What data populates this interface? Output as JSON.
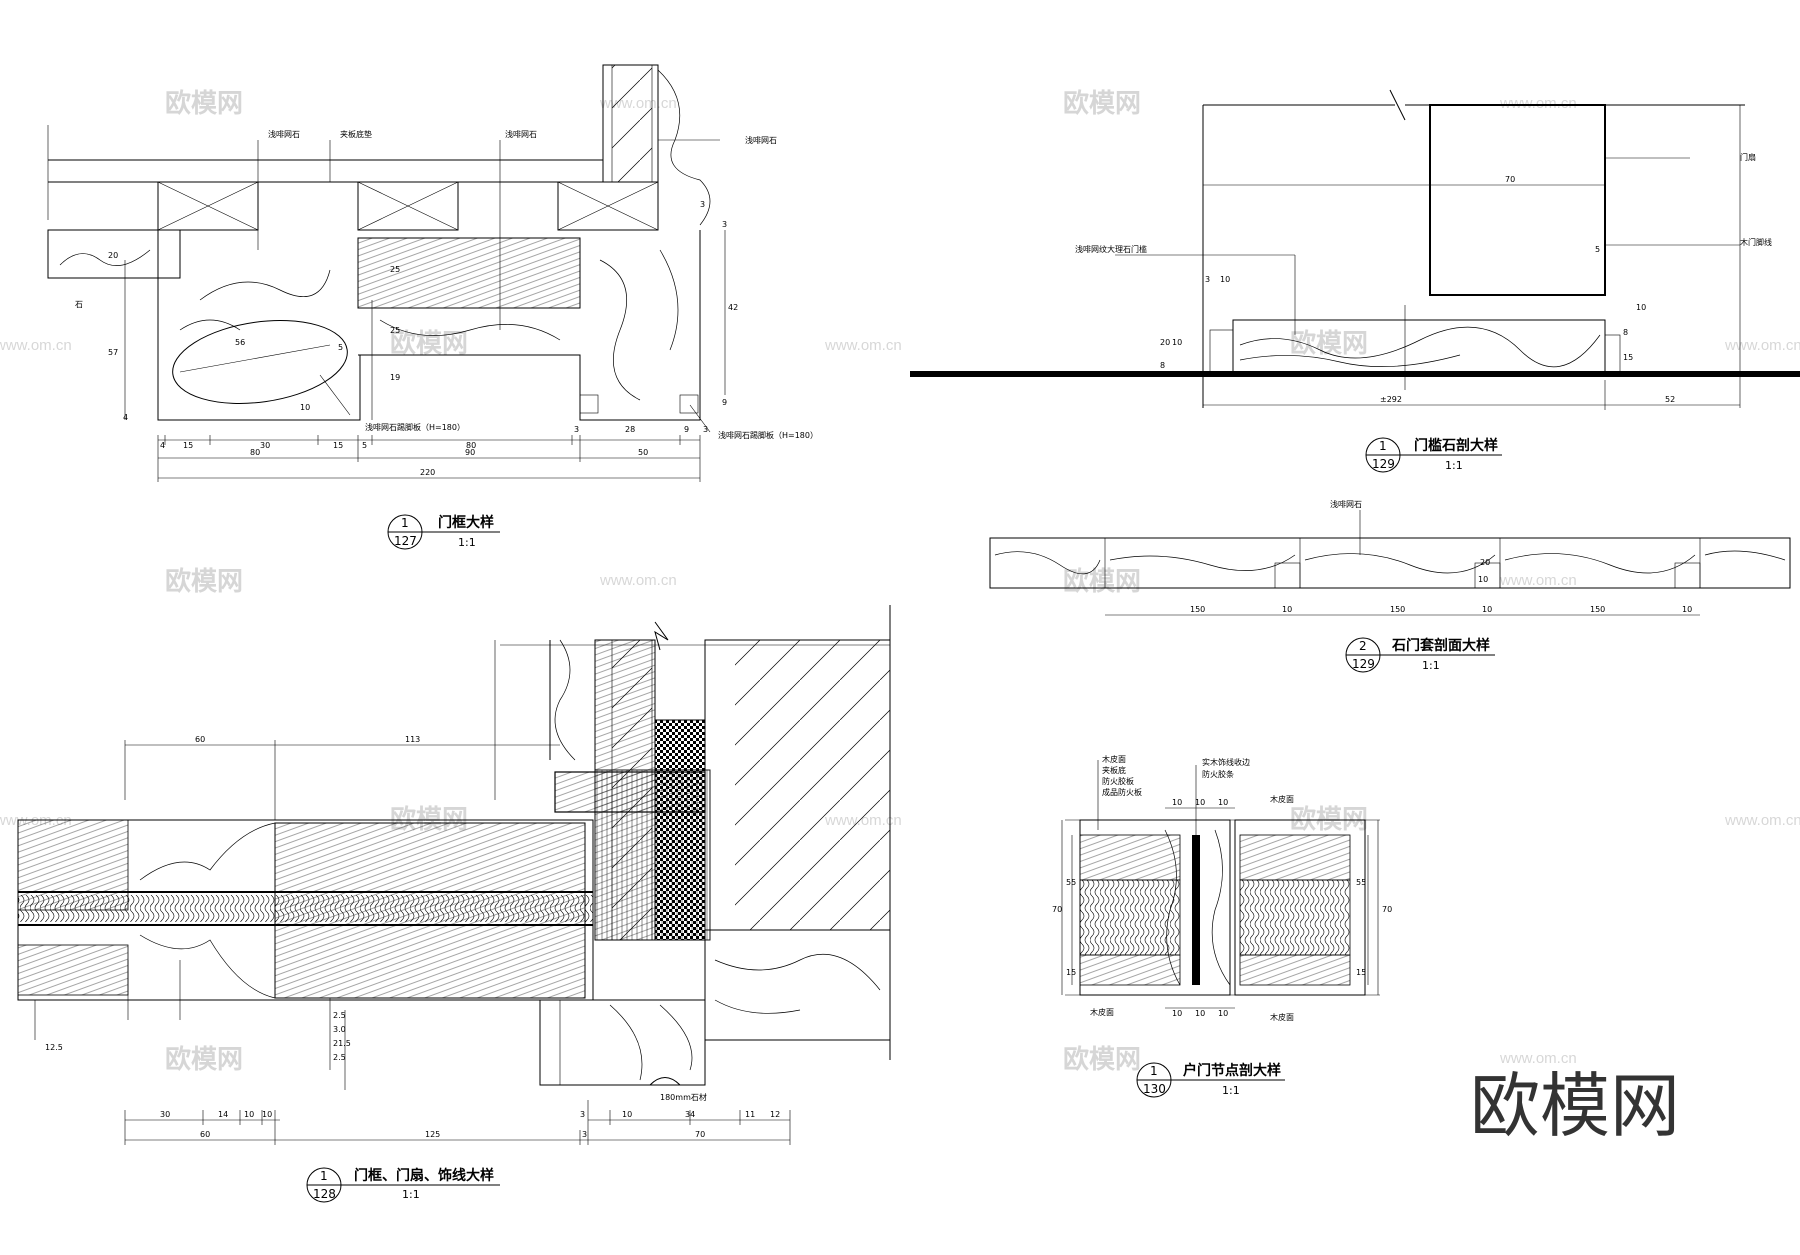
{
  "brand": {
    "watermark_text": "欧模网",
    "watermark_url": "www.om.cn"
  },
  "details": {
    "d127": {
      "number": "1",
      "sheet": "127",
      "title": "门框大样",
      "scale": "1:1",
      "labels": [
        "浅啡网石",
        "夹板底垫",
        "浅啡网石",
        "浅啡网石",
        "浅啡网石踢脚板（H=180）",
        "浅啡网石踢脚板（H=180）",
        "石"
      ],
      "dims_h1": [
        "4",
        "15",
        "30",
        "15",
        "5",
        "80",
        "3",
        "28",
        "9",
        "3"
      ],
      "dims_h2": [
        "80",
        "90",
        "50"
      ],
      "dims_h3": [
        "220"
      ],
      "dims_v": [
        "57",
        "20",
        "42",
        "3",
        "3",
        "25",
        "19",
        "25",
        "10",
        "9",
        "4",
        "56",
        "5"
      ]
    },
    "d128": {
      "number": "1",
      "sheet": "128",
      "title": "门框、门扇、饰线大样",
      "scale": "1:1",
      "dims_top": [
        "60",
        "113"
      ],
      "dims_bottom1": [
        "30",
        "14",
        "10",
        "10",
        "3",
        "10",
        "34",
        "11",
        "12"
      ],
      "dims_bottom2": [
        "60",
        "125",
        "3",
        "70"
      ],
      "notes": [
        "2.5",
        "3.0",
        "21.5",
        "2.5",
        "12.5",
        "180mm石材"
      ]
    },
    "d129a": {
      "number": "1",
      "sheet": "129",
      "title": "门槛石剖大样",
      "scale": "1:1",
      "labels": [
        "门扇",
        "木门脚线",
        "浅啡网纹大理石门槛"
      ],
      "dims": [
        "70",
        "5",
        "3",
        "10",
        "10",
        "20",
        "8",
        "10",
        "8",
        "15",
        "±292",
        "52"
      ]
    },
    "d129b": {
      "number": "2",
      "sheet": "129",
      "title": "石门套剖面大样",
      "scale": "1:1",
      "labels": [
        "浅啡网石"
      ],
      "dims": [
        "150",
        "10",
        "150",
        "10",
        "150",
        "10",
        "20",
        "10"
      ]
    },
    "d130": {
      "number": "1",
      "sheet": "130",
      "title": "户门节点剖大样",
      "scale": "1:1",
      "labels": [
        "木皮面",
        "夹板底",
        "防火胶板",
        "成品防火板",
        "实木饰线收边",
        "防火胶条",
        "木皮面",
        "木皮面",
        "木皮面"
      ],
      "dims_top": [
        "10",
        "10",
        "10"
      ],
      "dims_bottom": [
        "10",
        "10",
        "10"
      ],
      "dims_v": [
        "70",
        "55",
        "15",
        "70",
        "55",
        "15"
      ]
    }
  }
}
